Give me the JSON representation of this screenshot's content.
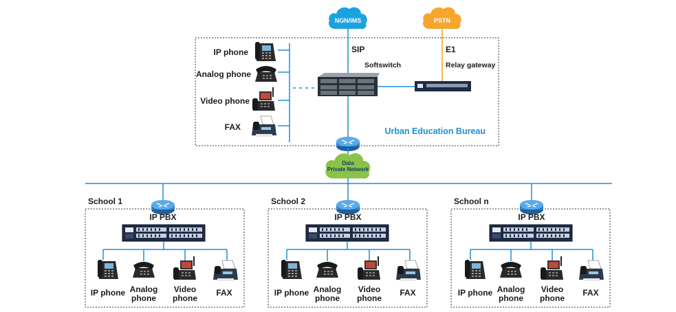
{
  "clouds": {
    "ngn": "NGN/IMS",
    "pstn": "PSTN",
    "data_line1": "Data",
    "data_line2": "Private Network"
  },
  "bureau": {
    "title": "Urban Education Bureau",
    "sip": "SIP",
    "e1": "E1",
    "softswitch": "Softswitch",
    "relay_gateway": "Relay gateway",
    "phones": [
      "IP phone",
      "Analog phone",
      "Video phone",
      "FAX"
    ]
  },
  "schools": [
    {
      "name": "School 1",
      "pbx": "IP PBX"
    },
    {
      "name": "School 2",
      "pbx": "IP PBX"
    },
    {
      "name": "School n",
      "pbx": "IP PBX"
    }
  ],
  "school_phones": {
    "ip": "IP phone",
    "analog_1": "Analog",
    "analog_2": "phone",
    "video_1": "Video",
    "video_2": "phone",
    "fax": "FAX"
  },
  "colors": {
    "link": "#1e8fd0",
    "pstn_link": "#f0a02a",
    "ngn_cloud": "#1aa3e0",
    "pstn_cloud": "#f7a52d",
    "data_cloud": "#8bc34a",
    "router": "#3a8fd8",
    "device": "#1d2a44"
  }
}
